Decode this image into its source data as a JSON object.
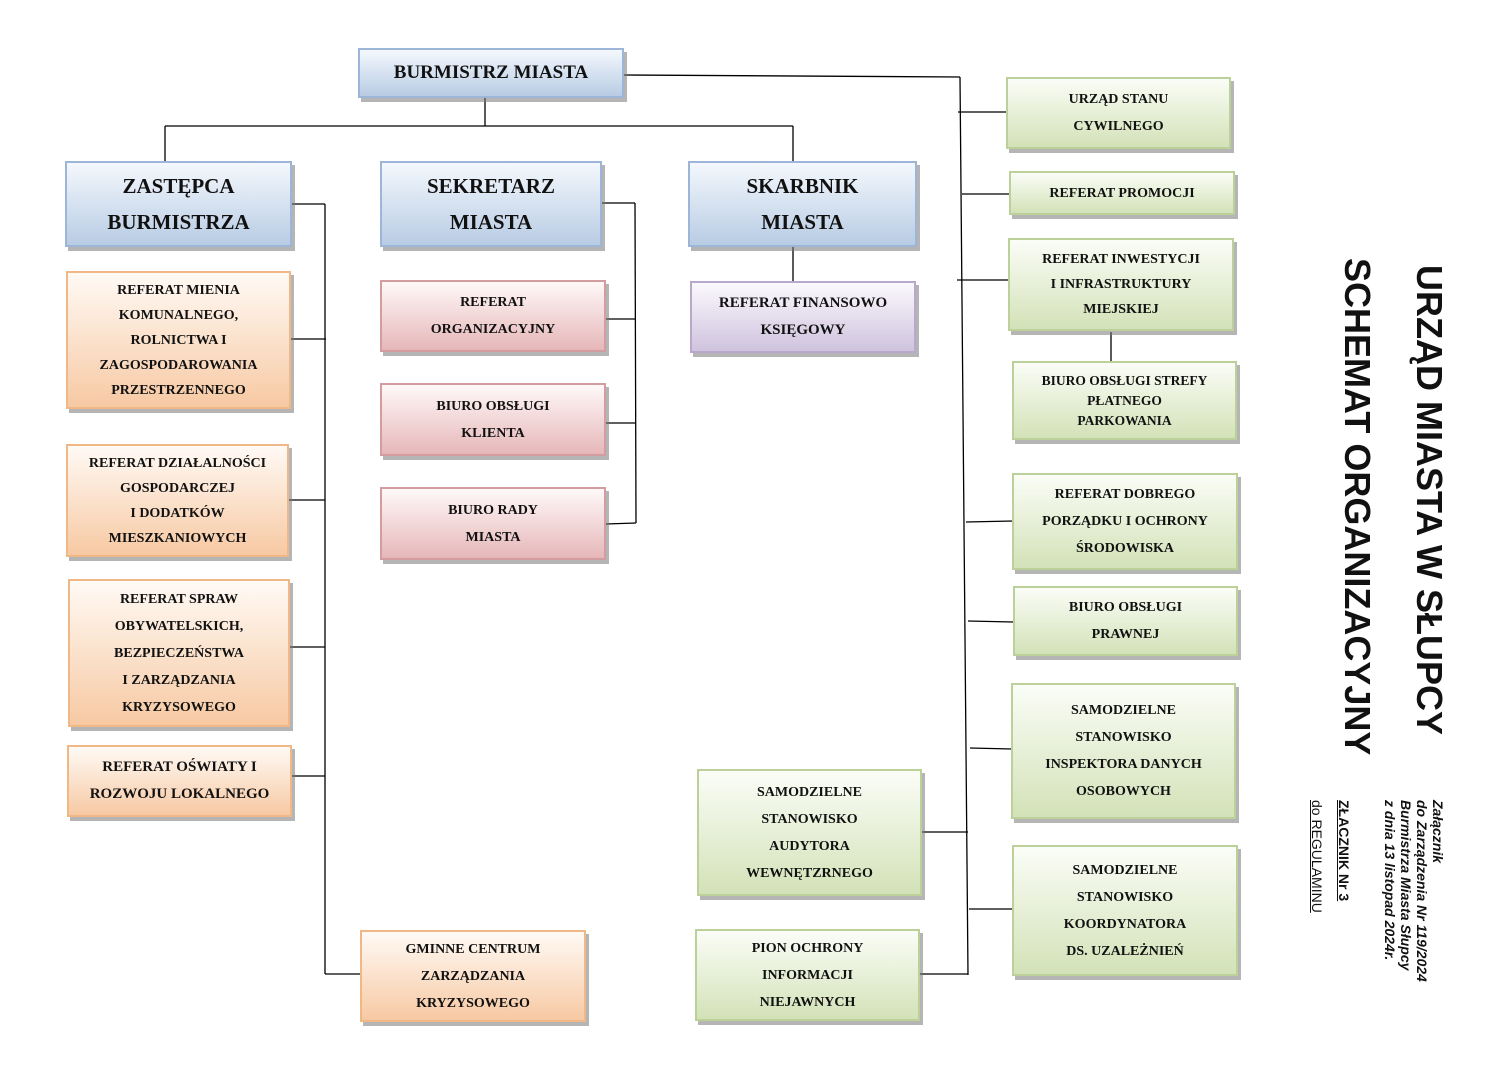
{
  "title": {
    "line1": "URZĄD MIASTA W SŁUPCY",
    "line2": "SCHEMAT ORGANIZACYJNY"
  },
  "annotation": {
    "lines": [
      "Załącznik",
      "do Zarządzenia Nr 119/2024",
      "Burmistrza Miasta Słupcy",
      "z dnia 13 listopad 2024r."
    ],
    "attachment": "ZŁACZNIK Nr 3",
    "regulation": "do REGULAMINU"
  },
  "colors": {
    "management": "#b8cce4",
    "deputy_units": "#f7c9a3",
    "secretary_units": "#e6b7b9",
    "treasurer_units": "#cfc3de",
    "mayor_units": "#d3e2b8",
    "connector": "#000000"
  },
  "nodes": {
    "mayor": [
      "BURMISTRZ MIASTA"
    ],
    "deputy": [
      "ZASTĘPCA",
      "BURMISTRZA"
    ],
    "secretary": [
      "SEKRETARZ",
      "MIASTA"
    ],
    "treasurer": [
      "SKARBNIK",
      "MIASTA"
    ],
    "deputy_units": [
      [
        "REFERAT MIENIA",
        "KOMUNALNEGO,",
        "ROLNICTWA I",
        "ZAGOSPODAROWANIA",
        "PRZESTRZENNEGO"
      ],
      [
        "REFERAT DZIAŁALNOŚCI",
        "GOSPODARCZEJ",
        "I DODATKÓW",
        "MIESZKANIOWYCH"
      ],
      [
        "REFERAT SPRAW",
        "OBYWATELSKICH,",
        "BEZPIECZEŃSTWA",
        "I  ZARZĄDZANIA",
        "KRYZYSOWEGO"
      ],
      [
        "REFERAT OŚWIATY I",
        "ROZWOJU LOKALNEGO"
      ],
      [
        "GMINNE CENTRUM",
        "ZARZĄDZANIA",
        "KRYZYSOWEGO"
      ]
    ],
    "secretary_units": [
      [
        "REFERAT",
        "ORGANIZACYJNY"
      ],
      [
        "BIURO OBSŁUGI",
        "KLIENTA"
      ],
      [
        "BIURO RADY",
        "MIASTA"
      ]
    ],
    "treasurer_units": [
      [
        "REFERAT FINANSOWO",
        "KSIĘGOWY"
      ]
    ],
    "mayor_units": [
      [
        "URZĄD STANU",
        "CYWILNEGO"
      ],
      [
        "REFERAT PROMOCJI"
      ],
      [
        "REFERAT INWESTYCJI",
        "I  INFRASTRUKTURY",
        "MIEJSKIEJ"
      ],
      [
        "BIURO OBSŁUGI STREFY",
        "PŁATNEGO",
        "PARKOWANIA"
      ],
      [
        "REFERAT DOBREGO",
        "PORZĄDKU I OCHRONY",
        "ŚRODOWISKA"
      ],
      [
        "BIURO OBSŁUGI",
        "PRAWNEJ"
      ],
      [
        "SAMODZIELNE",
        "STANOWISKO",
        "INSPEKTORA DANYCH",
        "OSOBOWYCH"
      ],
      [
        "SAMODZIELNE",
        "STANOWISKO",
        "KOORDYNATORA",
        "DS. UZALEŻNIEŃ"
      ],
      [
        "SAMODZIELNE",
        "STANOWISKO",
        "AUDYTORA",
        "WEWNĘTZRNEGO"
      ],
      [
        "PION OCHRONY",
        "INFORMACJI",
        "NIEJAWNYCH"
      ]
    ]
  }
}
